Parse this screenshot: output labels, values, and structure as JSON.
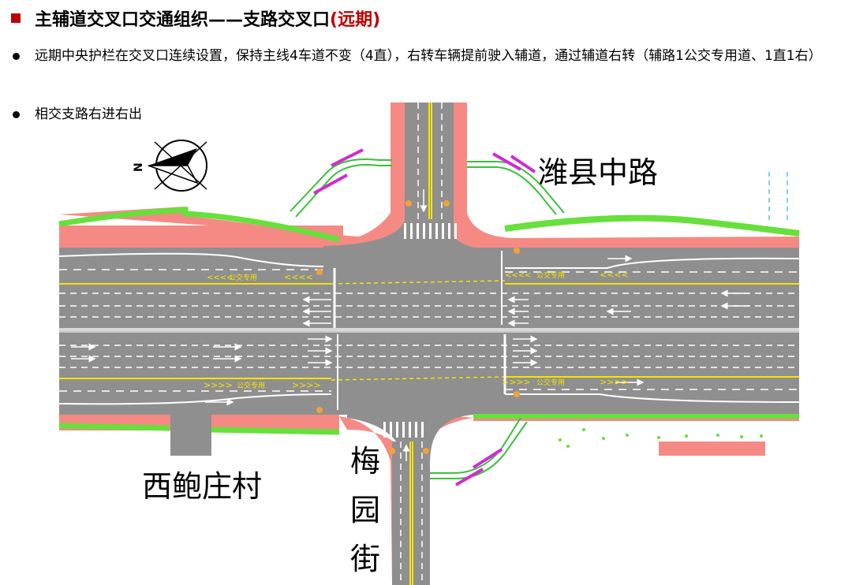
{
  "title": {
    "main": "主辅道交叉口交通组织——支路交叉口",
    "sub": "(远期)"
  },
  "bullets": [
    "远期中央护栏在交叉口连续设置，保持主线4车道不变（4直），右转车辆提前驶入辅道，通过辅道右转（辅路1公交专用道、1直1右）",
    "相交支路右进右出"
  ],
  "diagram": {
    "labels": {
      "north_road": "潍县中路",
      "south_road_chars": [
        "梅",
        "园",
        "街"
      ],
      "village": "西鲍庄村",
      "compass_letter": "N"
    },
    "bus_lane_text": "公交专用",
    "colors": {
      "road": "#8f8f8f",
      "sidewalk": "#f58a84",
      "greenbelt": "#66e03a",
      "marking_yellow": "#f5e400",
      "marking_white": "#ffffff",
      "guardrail_magenta": "#d12bd1",
      "accent_red": "#c00000"
    }
  }
}
